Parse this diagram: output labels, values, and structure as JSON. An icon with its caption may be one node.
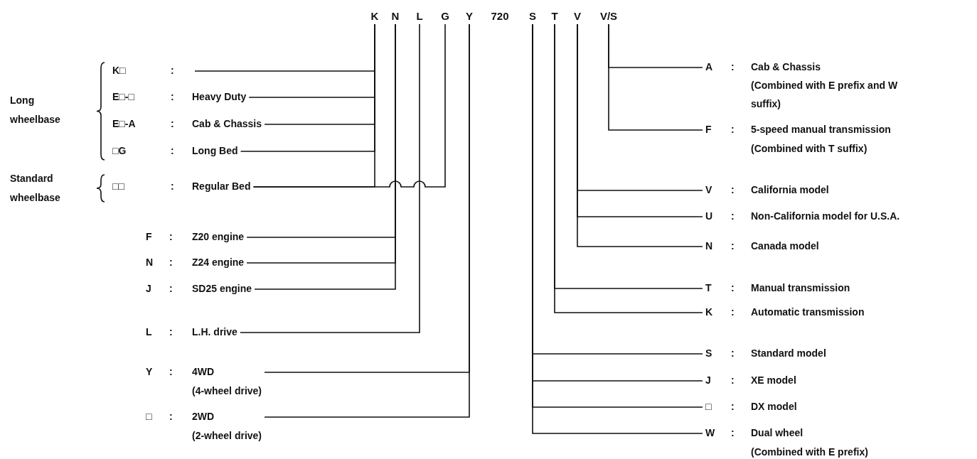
{
  "diagram": {
    "nodes": [
      {
        "text": [
          "K"
        ]
      },
      {
        "text": [
          "N"
        ]
      },
      {
        "text": [
          "L"
        ]
      },
      {
        "text": [
          "G"
        ]
      },
      {
        "text": [
          "Y"
        ]
      },
      {
        "text": [
          "S"
        ]
      },
      {
        "text": [
          "T"
        ]
      },
      {
        "text": [
          "V"
        ]
      },
      {
        "text": [
          "V/S"
        ]
      },
      {
        "text": [
          "K□",
          ":"
        ]
      },
      {
        "text": [
          "E□-□",
          ":",
          "Heavy Duty"
        ]
      },
      {
        "text": [
          "E□-A",
          ":",
          "Cab & Chassis"
        ]
      },
      {
        "text": [
          "□G",
          ":",
          "Long Bed"
        ]
      },
      {
        "text": [
          "□□",
          ":",
          "Regular Bed"
        ]
      },
      {
        "text": [
          "A",
          ":",
          "Cab & Chassis",
          "(Combined with E prefix and W suffix)"
        ]
      },
      {
        "text": [
          "F",
          ":",
          "5-speed manual transmission",
          "(Combined with T suffix)"
        ]
      },
      {
        "text": [
          "V",
          ":",
          "California model"
        ]
      },
      {
        "text": [
          "U",
          ":",
          "Non-California model for U.S.A."
        ]
      },
      {
        "text": [
          "N",
          ":",
          "Canada model"
        ]
      },
      {
        "text": [
          "F",
          ":",
          "Z20 engine"
        ]
      },
      {
        "text": [
          "N",
          ":",
          "Z24 engine"
        ]
      },
      {
        "text": [
          "J",
          ":",
          "SD25 engine"
        ]
      },
      {
        "text": [
          "T",
          ":",
          "Manual transmission"
        ]
      },
      {
        "text": [
          "K",
          ":",
          "Automatic transmission"
        ]
      },
      {
        "text": [
          "L",
          ":",
          "L.H. drive"
        ]
      },
      {
        "text": [
          "S",
          ":",
          "Standard model"
        ]
      },
      {
        "text": [
          "Y",
          ":",
          "4WD",
          "(4-wheel drive)"
        ]
      },
      {
        "text": [
          "J",
          ":",
          "XE model"
        ]
      },
      {
        "text": [
          "□",
          ":",
          "DX model"
        ]
      },
      {
        "text": [
          "□",
          ":",
          "2WD",
          "(2-wheel drive)"
        ]
      },
      {
        "text": [
          "W",
          ":",
          "Dual wheel",
          "(Combined with E prefix)"
        ]
      }
    ],
    "edges": [
      {
        "from": 0,
        "to": 9,
        "arrow": "none"
      },
      {
        "from": 0,
        "to": 10,
        "arrow": "none"
      },
      {
        "from": 0,
        "to": 11,
        "arrow": "none"
      },
      {
        "from": 0,
        "to": 12,
        "arrow": "none"
      },
      {
        "from": 0,
        "to": 13,
        "arrow": "none"
      },
      {
        "from": 3,
        "to": 13,
        "arrow": "none"
      },
      {
        "from": 1,
        "to": 19,
        "arrow": "none"
      },
      {
        "from": 1,
        "to": 20,
        "arrow": "none"
      },
      {
        "from": 1,
        "to": 21,
        "arrow": "none"
      },
      {
        "from": 2,
        "to": 24,
        "arrow": "none"
      },
      {
        "from": 4,
        "to": 26,
        "arrow": "none"
      },
      {
        "from": 4,
        "to": 29,
        "arrow": "none"
      },
      {
        "from": 8,
        "to": 14,
        "arrow": "none"
      },
      {
        "from": 8,
        "to": 15,
        "arrow": "none"
      },
      {
        "from": 7,
        "to": 16,
        "arrow": "none"
      },
      {
        "from": 7,
        "to": 17,
        "arrow": "none"
      },
      {
        "from": 7,
        "to": 18,
        "arrow": "none"
      },
      {
        "from": 6,
        "to": 22,
        "arrow": "none"
      },
      {
        "from": 6,
        "to": 23,
        "arrow": "none"
      },
      {
        "from": 5,
        "to": 25,
        "arrow": "none"
      },
      {
        "from": 5,
        "to": 27,
        "arrow": "none"
      },
      {
        "from": 5,
        "to": 28,
        "arrow": "none"
      },
      {
        "from": 5,
        "to": 30,
        "arrow": "none"
      }
    ],
    "labels": [
      "720",
      "Long wheelbase",
      "Standard wheelbase"
    ]
  }
}
